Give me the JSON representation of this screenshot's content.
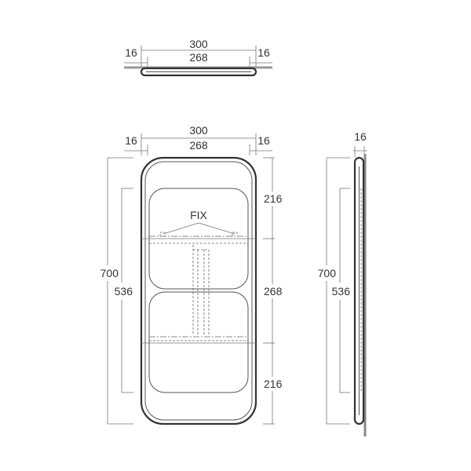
{
  "top_view": {
    "overall_width": "300",
    "inner_width": "268",
    "left_margin": "16",
    "right_margin": "16"
  },
  "front_view": {
    "overall_width": "300",
    "inner_width": "268",
    "left_margin": "16",
    "right_margin": "16",
    "overall_height": "700",
    "inner_height": "536",
    "top_section": "216",
    "middle_section": "268",
    "bottom_section": "216",
    "fix_label": "FIX"
  },
  "side_view": {
    "depth": "16",
    "overall_height": "700",
    "inner_height": "536"
  }
}
